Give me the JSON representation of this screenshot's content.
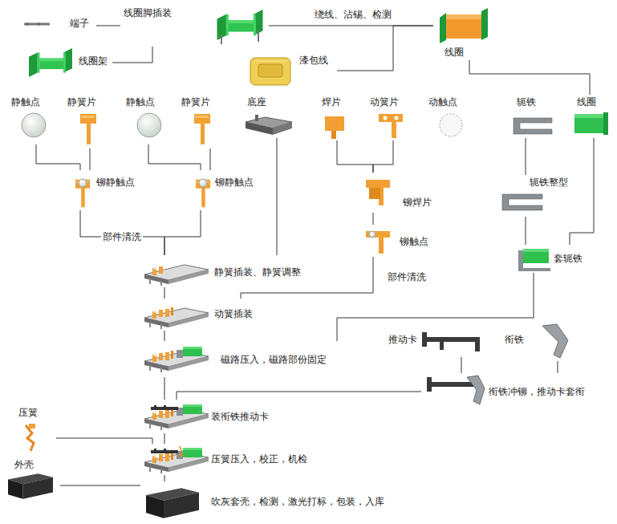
{
  "diagram": {
    "nodes": [
      {
        "text": [
          "端子"
        ]
      },
      {
        "text": [
          "线圈架"
        ]
      },
      {
        "text": [
          "线圈脚插装"
        ]
      },
      {
        "text": [
          "漆包线"
        ]
      },
      {
        "text": [
          "线圈"
        ]
      },
      {
        "text": [
          "静触点"
        ]
      },
      {
        "text": [
          "静簧片"
        ]
      },
      {
        "text": [
          "静触点"
        ]
      },
      {
        "text": [
          "静簧片"
        ]
      },
      {
        "text": [
          "底座"
        ]
      },
      {
        "text": [
          "焊片"
        ]
      },
      {
        "text": [
          "动簧片"
        ]
      },
      {
        "text": [
          "动触点"
        ]
      },
      {
        "text": [
          "轭铁"
        ]
      },
      {
        "text": [
          "线圈"
        ]
      },
      {
        "text": [
          "铆静触点"
        ]
      },
      {
        "text": [
          "铆静触点"
        ]
      },
      {
        "text": [
          "铆焊片"
        ]
      },
      {
        "text": [
          "铆触点"
        ]
      },
      {
        "text": [
          "轭铁整型"
        ]
      },
      {
        "text": [
          "套轭铁"
        ]
      },
      {
        "text": [
          "静簧插装、静簧调整"
        ]
      },
      {
        "text": [
          "动簧插装"
        ]
      },
      {
        "text": [
          "推动卡"
        ]
      },
      {
        "text": [
          "衔铁"
        ]
      },
      {
        "text": [
          "衔铁冲铆，推动卡套衔"
        ]
      },
      {
        "text": [
          "磁路压入，磁路部份固定"
        ]
      },
      {
        "text": [
          "装衔铁推动卡"
        ]
      },
      {
        "text": [
          "压簧"
        ]
      },
      {
        "text": [
          "压簧压入，校正，机检"
        ]
      },
      {
        "text": [
          "外壳"
        ]
      },
      {
        "text": [
          "吹灰套壳，检测，激光打标，包装，入库"
        ]
      }
    ],
    "edges": [
      {
        "from": 0,
        "to": 2,
        "arrow": "none"
      },
      {
        "from": 1,
        "to": 2,
        "arrow": "none"
      },
      {
        "from": 2,
        "to": 4,
        "label": "绕线、沾锡、检测",
        "arrow": "none"
      },
      {
        "from": 3,
        "to": 4,
        "arrow": "none"
      },
      {
        "from": 4,
        "to": 14,
        "arrow": "none"
      },
      {
        "from": 5,
        "to": 15,
        "arrow": "none"
      },
      {
        "from": 6,
        "to": 15,
        "arrow": "none"
      },
      {
        "from": 7,
        "to": 16,
        "arrow": "none"
      },
      {
        "from": 8,
        "to": 16,
        "arrow": "none"
      },
      {
        "from": 10,
        "to": 17,
        "arrow": "none"
      },
      {
        "from": 11,
        "to": 17,
        "arrow": "none"
      },
      {
        "from": 13,
        "to": 19,
        "arrow": "none"
      },
      {
        "from": 15,
        "to": 21,
        "label": "部件清洗",
        "arrow": "none"
      },
      {
        "from": 16,
        "to": 21,
        "arrow": "none"
      },
      {
        "from": 9,
        "to": 21,
        "arrow": "none"
      },
      {
        "from": 17,
        "to": 18,
        "arrow": "none"
      },
      {
        "from": 18,
        "to": 22,
        "label": "部件清洗",
        "arrow": "none"
      },
      {
        "from": 21,
        "to": 22,
        "arrow": "none"
      },
      {
        "from": 19,
        "to": 20,
        "arrow": "none"
      },
      {
        "from": 14,
        "to": 20,
        "arrow": "none"
      },
      {
        "from": 20,
        "to": 26,
        "arrow": "none"
      },
      {
        "from": 22,
        "to": 26,
        "arrow": "none"
      },
      {
        "from": 23,
        "to": 25,
        "arrow": "none"
      },
      {
        "from": 24,
        "to": 25,
        "arrow": "none"
      },
      {
        "from": 25,
        "to": 27,
        "arrow": "none"
      },
      {
        "from": 26,
        "to": 27,
        "arrow": "none"
      },
      {
        "from": 27,
        "to": 29,
        "arrow": "none"
      },
      {
        "from": 28,
        "to": 29,
        "arrow": "none"
      },
      {
        "from": 29,
        "to": 31,
        "arrow": "none"
      },
      {
        "from": 30,
        "to": 31,
        "arrow": "none"
      }
    ]
  }
}
